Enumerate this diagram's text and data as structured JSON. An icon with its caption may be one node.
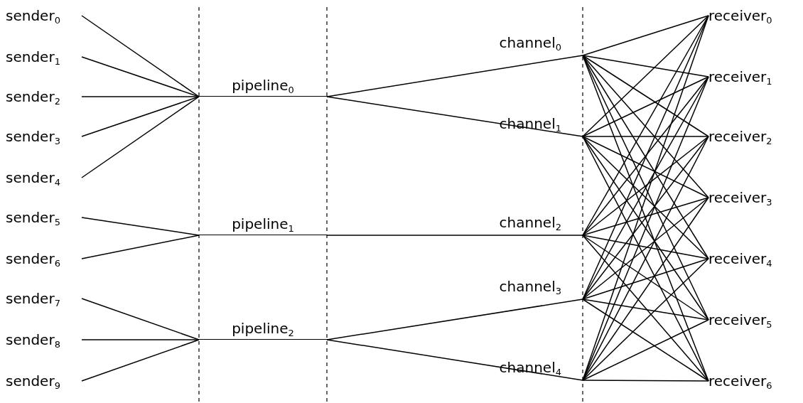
{
  "diagram": {
    "nodes": [
      {
        "text": [
          "sender$_{0}$"
        ]
      },
      {
        "text": [
          "sender$_{1}$"
        ]
      },
      {
        "text": [
          "sender$_{2}$"
        ]
      },
      {
        "text": [
          "sender$_{3}$"
        ]
      },
      {
        "text": [
          "sender$_{4}$"
        ]
      },
      {
        "text": [
          "sender$_{5}$"
        ]
      },
      {
        "text": [
          "sender$_{6}$"
        ]
      },
      {
        "text": [
          "sender$_{7}$"
        ]
      },
      {
        "text": [
          "sender$_{8}$"
        ]
      },
      {
        "text": [
          "sender$_{9}$"
        ]
      },
      {
        "text": [
          "pipeline$_{0}$"
        ]
      },
      {
        "text": [
          "pipeline$_{1}$"
        ]
      },
      {
        "text": [
          "pipeline$_{2}$"
        ]
      },
      {
        "text": [
          "channel$_{0}$"
        ]
      },
      {
        "text": [
          "channel$_{1}$"
        ]
      },
      {
        "text": [
          "channel$_{2}$"
        ]
      },
      {
        "text": [
          "channel$_{3}$"
        ]
      },
      {
        "text": [
          "channel$_{4}$"
        ]
      },
      {
        "text": [
          "receiver$_{0}$"
        ]
      },
      {
        "text": [
          "receiver$_{1}$"
        ]
      },
      {
        "text": [
          "receiver$_{2}$"
        ]
      },
      {
        "text": [
          "receiver$_{3}$"
        ]
      },
      {
        "text": [
          "receiver$_{4}$"
        ]
      },
      {
        "text": [
          "receiver$_{5}$"
        ]
      },
      {
        "text": [
          "receiver$_{6}$"
        ]
      }
    ],
    "edges": [
      {
        "from": 0,
        "to": 10,
        "arrow": "none"
      },
      {
        "from": 1,
        "to": 10,
        "arrow": "none"
      },
      {
        "from": 2,
        "to": 10,
        "arrow": "none"
      },
      {
        "from": 3,
        "to": 10,
        "arrow": "none"
      },
      {
        "from": 4,
        "to": 10,
        "arrow": "none"
      },
      {
        "from": 5,
        "to": 11,
        "arrow": "none"
      },
      {
        "from": 6,
        "to": 11,
        "arrow": "none"
      },
      {
        "from": 7,
        "to": 12,
        "arrow": "none"
      },
      {
        "from": 8,
        "to": 12,
        "arrow": "none"
      },
      {
        "from": 9,
        "to": 12,
        "arrow": "none"
      },
      {
        "from": 10,
        "to": 13,
        "arrow": "none"
      },
      {
        "from": 10,
        "to": 14,
        "arrow": "none"
      },
      {
        "from": 11,
        "to": 15,
        "arrow": "none"
      },
      {
        "from": 12,
        "to": 16,
        "arrow": "none"
      },
      {
        "from": 12,
        "to": 17,
        "arrow": "none"
      },
      {
        "from": 13,
        "to": 18,
        "arrow": "none"
      },
      {
        "from": 13,
        "to": 19,
        "arrow": "none"
      },
      {
        "from": 13,
        "to": 20,
        "arrow": "none"
      },
      {
        "from": 13,
        "to": 21,
        "arrow": "none"
      },
      {
        "from": 13,
        "to": 22,
        "arrow": "none"
      },
      {
        "from": 13,
        "to": 23,
        "arrow": "none"
      },
      {
        "from": 13,
        "to": 24,
        "arrow": "none"
      },
      {
        "from": 14,
        "to": 18,
        "arrow": "none"
      },
      {
        "from": 14,
        "to": 19,
        "arrow": "none"
      },
      {
        "from": 14,
        "to": 20,
        "arrow": "none"
      },
      {
        "from": 14,
        "to": 21,
        "arrow": "none"
      },
      {
        "from": 14,
        "to": 22,
        "arrow": "none"
      },
      {
        "from": 14,
        "to": 23,
        "arrow": "none"
      },
      {
        "from": 14,
        "to": 24,
        "arrow": "none"
      },
      {
        "from": 15,
        "to": 18,
        "arrow": "none"
      },
      {
        "from": 15,
        "to": 19,
        "arrow": "none"
      },
      {
        "from": 15,
        "to": 20,
        "arrow": "none"
      },
      {
        "from": 15,
        "to": 21,
        "arrow": "none"
      },
      {
        "from": 15,
        "to": 22,
        "arrow": "none"
      },
      {
        "from": 15,
        "to": 23,
        "arrow": "none"
      },
      {
        "from": 15,
        "to": 24,
        "arrow": "none"
      },
      {
        "from": 16,
        "to": 18,
        "arrow": "none"
      },
      {
        "from": 16,
        "to": 19,
        "arrow": "none"
      },
      {
        "from": 16,
        "to": 20,
        "arrow": "none"
      },
      {
        "from": 16,
        "to": 21,
        "arrow": "none"
      },
      {
        "from": 16,
        "to": 22,
        "arrow": "none"
      },
      {
        "from": 16,
        "to": 23,
        "arrow": "none"
      },
      {
        "from": 16,
        "to": 24,
        "arrow": "none"
      },
      {
        "from": 17,
        "to": 18,
        "arrow": "none"
      },
      {
        "from": 17,
        "to": 19,
        "arrow": "none"
      },
      {
        "from": 17,
        "to": 20,
        "arrow": "none"
      },
      {
        "from": 17,
        "to": 21,
        "arrow": "none"
      },
      {
        "from": 17,
        "to": 22,
        "arrow": "none"
      },
      {
        "from": 17,
        "to": 23,
        "arrow": "none"
      },
      {
        "from": 17,
        "to": 24,
        "arrow": "none"
      }
    ]
  }
}
